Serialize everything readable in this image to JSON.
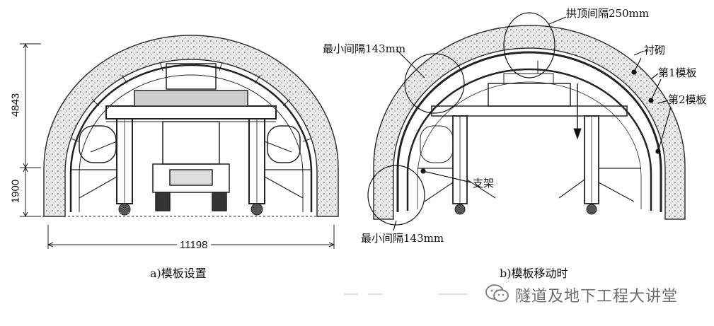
{
  "figure_a": {
    "caption": "a)模板设置",
    "dim_height_top": "4843",
    "dim_height_bottom": "1900",
    "dim_width": "11198"
  },
  "figure_b": {
    "caption": "b)模板移动时",
    "callouts": {
      "crown_gap": "拱顶间隔250mm",
      "min_gap_upper": "最小间隔143mm",
      "min_gap_lower": "最小间隔143mm",
      "lining": "衬砌",
      "form1": "第1模板",
      "form2": "第2模板",
      "support": "支架"
    }
  },
  "watermark": {
    "text": "隧道及地下工程大讲堂",
    "icon": "wechat-icon"
  }
}
